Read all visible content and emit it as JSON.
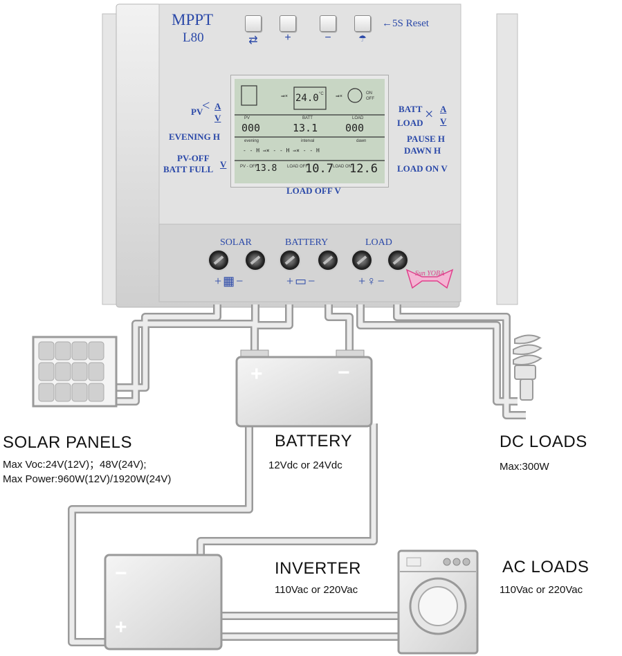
{
  "controller": {
    "model_line1": "MPPT",
    "model_line2": "L80",
    "reset_label": "←5S Reset",
    "buttons": [
      {
        "symbol": "⇄",
        "icon": "switch-icon"
      },
      {
        "symbol": "+",
        "icon": "plus-icon"
      },
      {
        "symbol": "−",
        "icon": "minus-icon"
      },
      {
        "symbol": "☂",
        "icon": "light-icon"
      }
    ],
    "left_labels": [
      "PV",
      "A",
      "V",
      "EVENING H",
      "PV-OFF",
      "BATT FULL",
      "V"
    ],
    "right_labels": [
      "BATT",
      "LOAD",
      "A",
      "V",
      "PAUSE H",
      "DAWN H",
      "LOAD ON V"
    ],
    "bottom_label": "LOAD OFF V",
    "lcd": {
      "temp": "24.0",
      "temp_unit": "°C",
      "on": "ON",
      "off": "OFF",
      "pv_label": "PV",
      "batt_label": "BATT",
      "load_label": "LOAD",
      "pv_value": "000",
      "batt_value": "13.1",
      "load_value": "000",
      "evening_label": "evening",
      "interval_label": "interval",
      "dawn_label": "dawn",
      "row3": "- -  H      ⇒× - -  H     ⇒× - -  H",
      "pvoff_label": "PV - OFF",
      "pvoff_value": "13.8",
      "loadoff_label": "LOAD OFF",
      "loadoff_value": "10.7",
      "loadon_label": "LOAD ON",
      "loadon_value": "12.6",
      "unit_v": "V",
      "unit_a": "A"
    },
    "terminal_groups": [
      "SOLAR",
      "BATTERY",
      "LOAD"
    ],
    "terminal_symbols": [
      "+▦−",
      "+▭−",
      "+♀−"
    ],
    "brand": "Sun YOBA"
  },
  "components": {
    "solar": {
      "title": "SOLAR  PANELS",
      "line1": "Max  Voc:24V(12V)；48V(24V);",
      "line2": "Max  Power:960W(12V)/1920W(24V)"
    },
    "battery": {
      "title": "BATTERY",
      "line1": "12Vdc  or  24Vdc",
      "plus": "+",
      "minus": "−"
    },
    "dc_loads": {
      "title": "DC  LOADS",
      "line1": "Max:300W"
    },
    "inverter": {
      "title": "INVERTER",
      "line1": "110Vac  or  220Vac",
      "plus": "+",
      "minus": "−"
    },
    "ac_loads": {
      "title": "AC  LOADS",
      "line1": "110Vac  or  220Vac"
    }
  },
  "colors": {
    "wire": "#c8c8c8",
    "wire_edge": "#888888",
    "controller_body": "#d9d9d9",
    "label_blue": "#2a48a8",
    "brand_pink": "#e0408c"
  }
}
